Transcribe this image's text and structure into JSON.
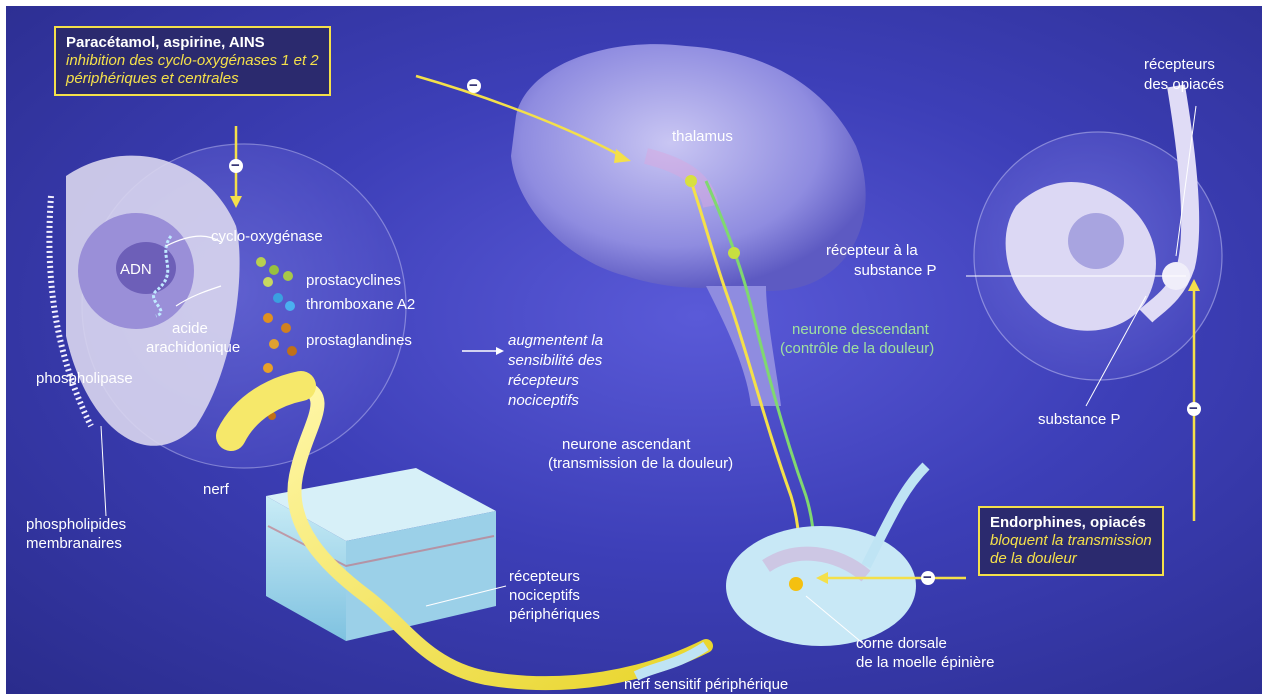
{
  "box_top": {
    "title": "Paracétamol, aspirine, AINS",
    "line1": "inhibition des cyclo-oxygénases 1 et 2",
    "line2": "périphériques et centrales"
  },
  "box_bottom": {
    "title": "Endorphines, opiacés",
    "line1": "bloquent la transmission",
    "line2": "de la douleur"
  },
  "labels": {
    "thalamus": "thalamus",
    "recepteurs_opiaces_1": "récepteurs",
    "recepteurs_opiaces_2": "des opiacés",
    "recepteur_sp_1": "récepteur à la",
    "recepteur_sp_2": "substance P",
    "substance_p": "substance P",
    "cyclo": "cyclo-oxygénase",
    "adn": "ADN",
    "prostacyclines": "prostacyclines",
    "thromboxane": "thromboxane A2",
    "acide": "acide",
    "arachidonique": "arachidonique",
    "prostaglandines": "prostaglandines",
    "phospholipase": "phospholipase",
    "augmentent_1": "augmentent la",
    "augmentent_2": "sensibilité des",
    "augmentent_3": "récepteurs",
    "augmentent_4": "nociceptifs",
    "neurone_desc_1": "neurone descendant",
    "neurone_desc_2": "(contrôle de la douleur)",
    "neurone_asc_1": "neurone ascendant",
    "neurone_asc_2": "(transmission de la douleur)",
    "nerf": "nerf",
    "phospholipides_1": "phospholipides",
    "phospholipides_2": "membranaires",
    "rec_noci_1": "récepteurs",
    "rec_noci_2": "nociceptifs",
    "rec_noci_3": "périphériques",
    "corne_1": "corne dorsale",
    "corne_2": "de la moelle épinière",
    "nerf_sensitif": "nerf sensitif périphérique",
    "minus": "−"
  },
  "colors": {
    "background": "#3d3fb8",
    "highlight": "#f4e04a",
    "green_text": "#9fe0a0",
    "box_fill": "#2b2a6e"
  }
}
